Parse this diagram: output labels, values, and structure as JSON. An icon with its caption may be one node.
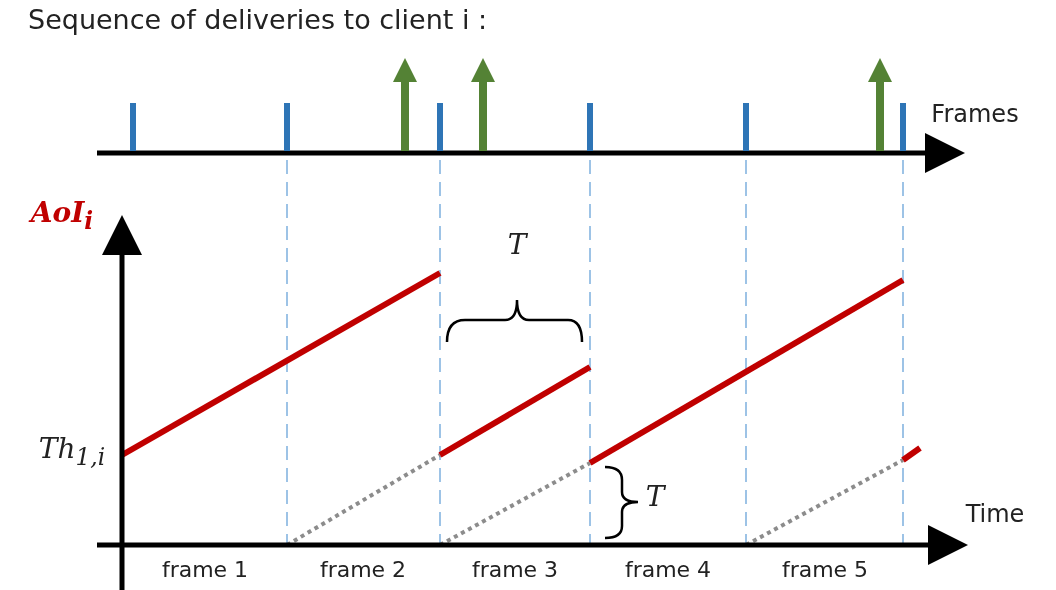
{
  "diagram": {
    "title": "Sequence of deliveries to client i :",
    "labels": [
      "Frames",
      "AoI$_{i}$",
      "T",
      "Th$_{1,i}$",
      "T",
      "Time",
      "frame 1",
      "frame 2",
      "frame 3",
      "frame 4",
      "frame 5"
    ]
  }
}
